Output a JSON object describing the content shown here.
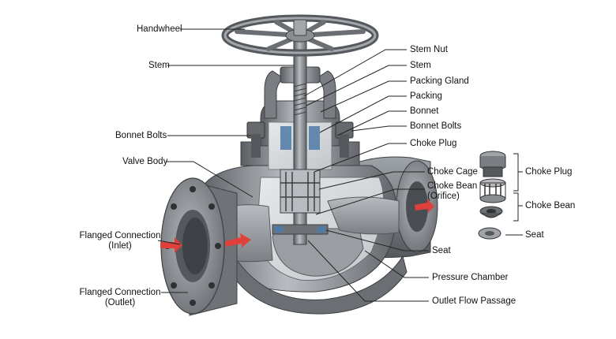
{
  "labels": {
    "handwheel": "Handwheel",
    "stem_left": "Stem",
    "bonnet_bolts_left": "Bonnet Bolts",
    "valve_body": "Valve Body",
    "flanged_inlet_l1": "Flanged Connection",
    "flanged_inlet_l2": "(Inlet)",
    "flanged_outlet_l1": "Flanged Connection",
    "flanged_outlet_l2": "(Outlet)",
    "stem_nut": "Stem Nut",
    "stem_right": "Stem",
    "packing_gland": "Packing Gland",
    "packing": "Packing",
    "bonnet": "Bonnet",
    "bonnet_bolts_right": "Bonnet Bolts",
    "choke_plug": "Choke Plug",
    "choke_cage": "Choke Cage",
    "choke_bean_l1": "Choke Bean",
    "choke_bean_l2": "(Orifice)",
    "seat": "Seat",
    "pressure_chamber": "Pressure Chamber",
    "outlet_flow_passage": "Outlet Flow Passage"
  },
  "exploded": {
    "choke_plug": "Choke Plug",
    "choke_bean": "Choke Bean",
    "seat": "Seat"
  },
  "colors": {
    "metal_dark": "#5e6266",
    "metal_mid": "#8c9196",
    "metal_light": "#c9cdd1",
    "cut_face": "#dcdfe2",
    "flow_arrow": "#e0403a",
    "leader": "#222222",
    "packing_blue": "#4f7aa8"
  }
}
